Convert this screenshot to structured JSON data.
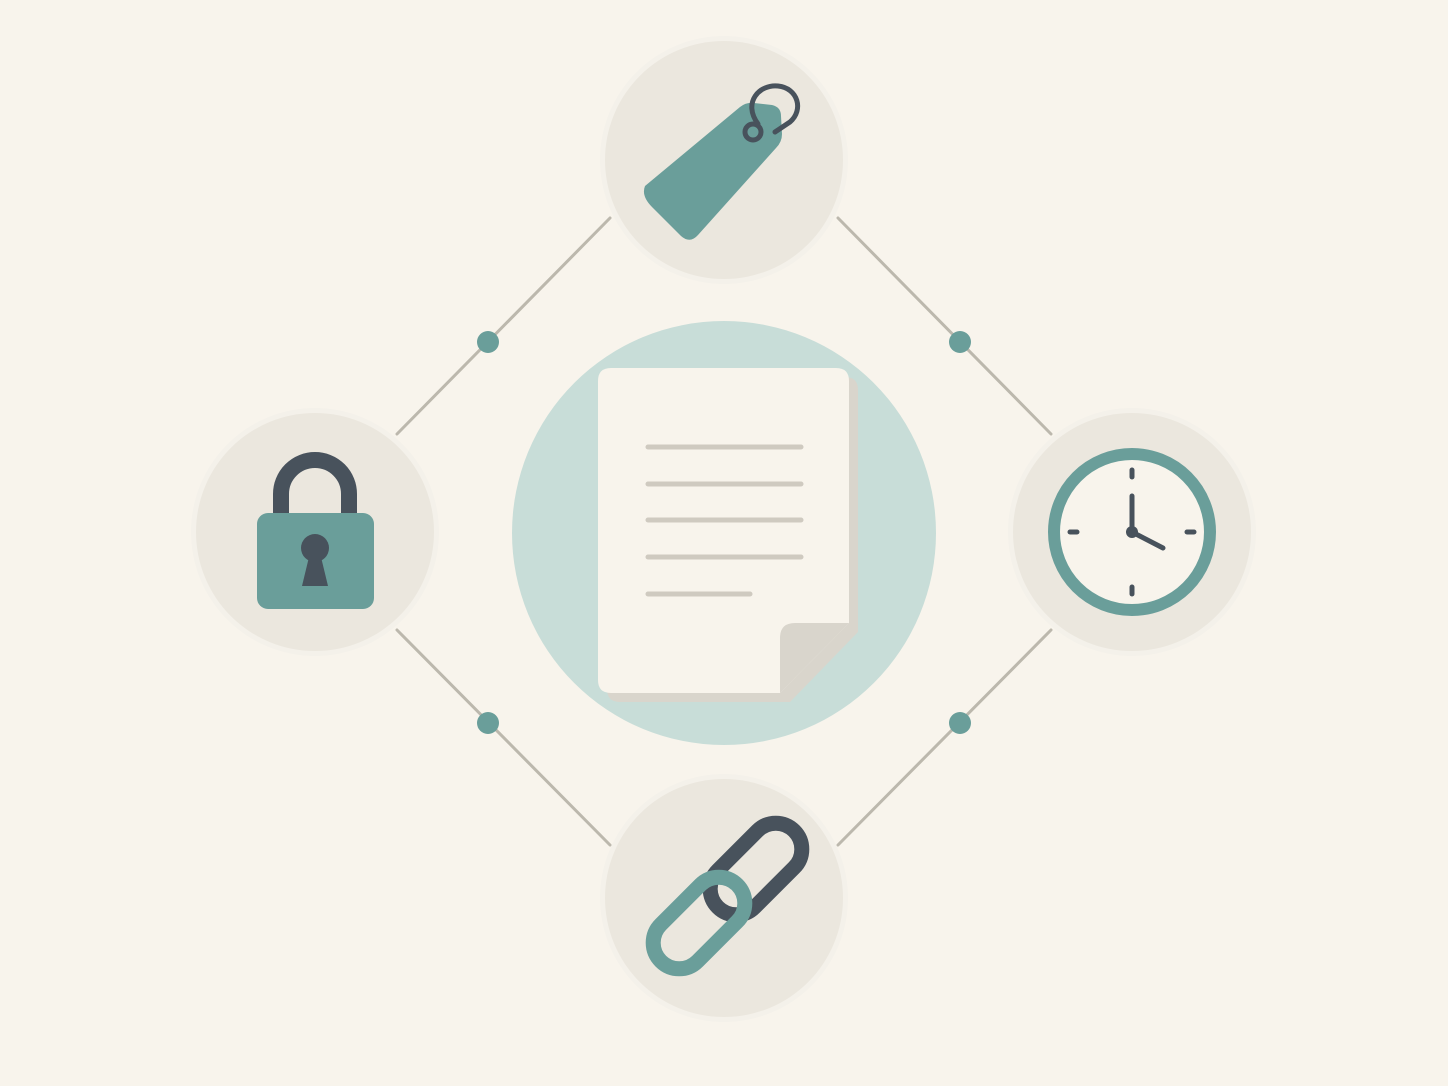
{
  "diagram": {
    "center": {
      "icon": "document-icon"
    },
    "nodes": [
      {
        "id": "top",
        "icon": "tag-icon"
      },
      {
        "id": "left",
        "icon": "lock-icon"
      },
      {
        "id": "right",
        "icon": "clock-icon"
      },
      {
        "id": "bottom",
        "icon": "link-icon"
      }
    ],
    "connectors": [
      {
        "from": "top",
        "to": "left"
      },
      {
        "from": "top",
        "to": "right"
      },
      {
        "from": "left",
        "to": "bottom"
      },
      {
        "from": "right",
        "to": "bottom"
      }
    ]
  },
  "colors": {
    "background": "#f8f4ec",
    "node_fill": "#ebe7de",
    "node_ring": "#f4f1ea",
    "center_fill": "#c8ddd8",
    "accent_teal": "#6a9e9a",
    "dark_slate": "#48525c",
    "connector": "#bcb8ad",
    "paper": "#f8f4ec",
    "paper_shadow": "#d9d5cc",
    "text_line": "#cfcac0"
  }
}
